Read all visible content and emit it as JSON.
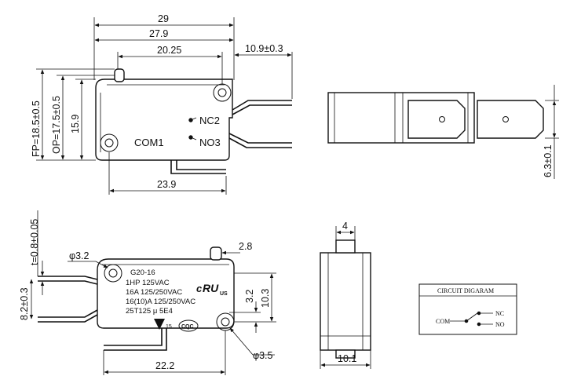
{
  "top_view": {
    "dim_overall": "29",
    "dim_279": "27.9",
    "dim_2025": "20.25",
    "dim_109": "10.9±0.3",
    "dim_fp": "FP=18.5±0.5",
    "dim_op": "OP=17.5±0.5",
    "dim_159": "15.9",
    "dim_239": "23.9",
    "label_nc": "NC2",
    "label_com": "COM1",
    "label_no": "NO3"
  },
  "side_view": {
    "dim_63": "6.3±0.1"
  },
  "front_view": {
    "dim_thickness": "t=0.8±0.05",
    "dim_82": "8.2±0.3",
    "dim_hole_top": "φ3.2",
    "dim_28": "2.8",
    "dim_32": "3.2",
    "dim_103": "10.3",
    "dim_hole_bottom": "φ3.5",
    "dim_222": "22.2",
    "spec_lines": [
      "G20-16",
      "1HP 125VAC",
      "16A 125/250VAC",
      "16(10)A 125/250VAC",
      "25T125 μ 5E4"
    ],
    "mark_us": "US",
    "mark_15": "15",
    "mark_cqc": "CQC"
  },
  "end_view": {
    "dim_4": "4",
    "dim_101": "10.1"
  },
  "circuit": {
    "title": "CIRCUIT DIGARAM",
    "com": "COM",
    "nc": "NC",
    "no": "NO"
  }
}
